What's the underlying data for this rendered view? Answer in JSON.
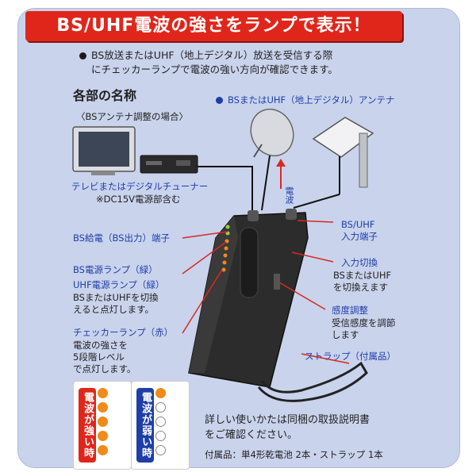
{
  "banner": {
    "title": "BS/UHF電波の強さをランプで表示！"
  },
  "intro": {
    "line1": "BS放送またはUHF（地上デジタル）放送を受信する際",
    "line2": "にチェッカーランプで電波の強い方向が確認できます。"
  },
  "section": {
    "title": "各部の名称",
    "subtitle": "〈BSアンテナ調整の場合〉"
  },
  "antenna": {
    "label": "BSまたはUHF（地上デジタル）アンテナ"
  },
  "signal": {
    "label": "電波"
  },
  "tv": {
    "label": "テレビまたはデジタルチューナー",
    "note": "※DC15V電源部含む"
  },
  "callouts": {
    "bs_power_terminal": "BS給電（BS出力）端子",
    "bs_power_lamp": "BS電源ランプ（緑）",
    "uhf_power_lamp": "UHF電源ランプ（緑）",
    "switch_desc1": "BSまたはUHFを切換",
    "switch_desc2": "えると点灯します。",
    "checker_lamp": "チェッカーランプ（赤）",
    "checker_desc1": "電波の強さを",
    "checker_desc2": "5段階レベル",
    "checker_desc3": "で点灯します。",
    "input_terminal1": "BS/UHF",
    "input_terminal2": "入力端子",
    "input_switch": "入力切換",
    "input_switch_desc1": "BSまたはUHF",
    "input_switch_desc2": "を切換えます",
    "sensitivity": "感度調整",
    "sensitivity_desc1": "受信感度を調節",
    "sensitivity_desc2": "します",
    "strap": "ストラップ（付属品）"
  },
  "panels": {
    "strong": "電波が強い時",
    "weak": "電波が弱い時"
  },
  "footer": {
    "line1": "詳しい使いかたは同梱の取扱説明書",
    "line2": "をご確認ください。",
    "accessories": "付属品：単4形乾電池 2本・ストラップ 1本"
  },
  "colors": {
    "banner": "#e0261b",
    "panel_strong": "#e0261b",
    "panel_weak": "#1f3ea8",
    "lamp_on": "#f08a1a",
    "lamp_green": "#9bd23a"
  }
}
